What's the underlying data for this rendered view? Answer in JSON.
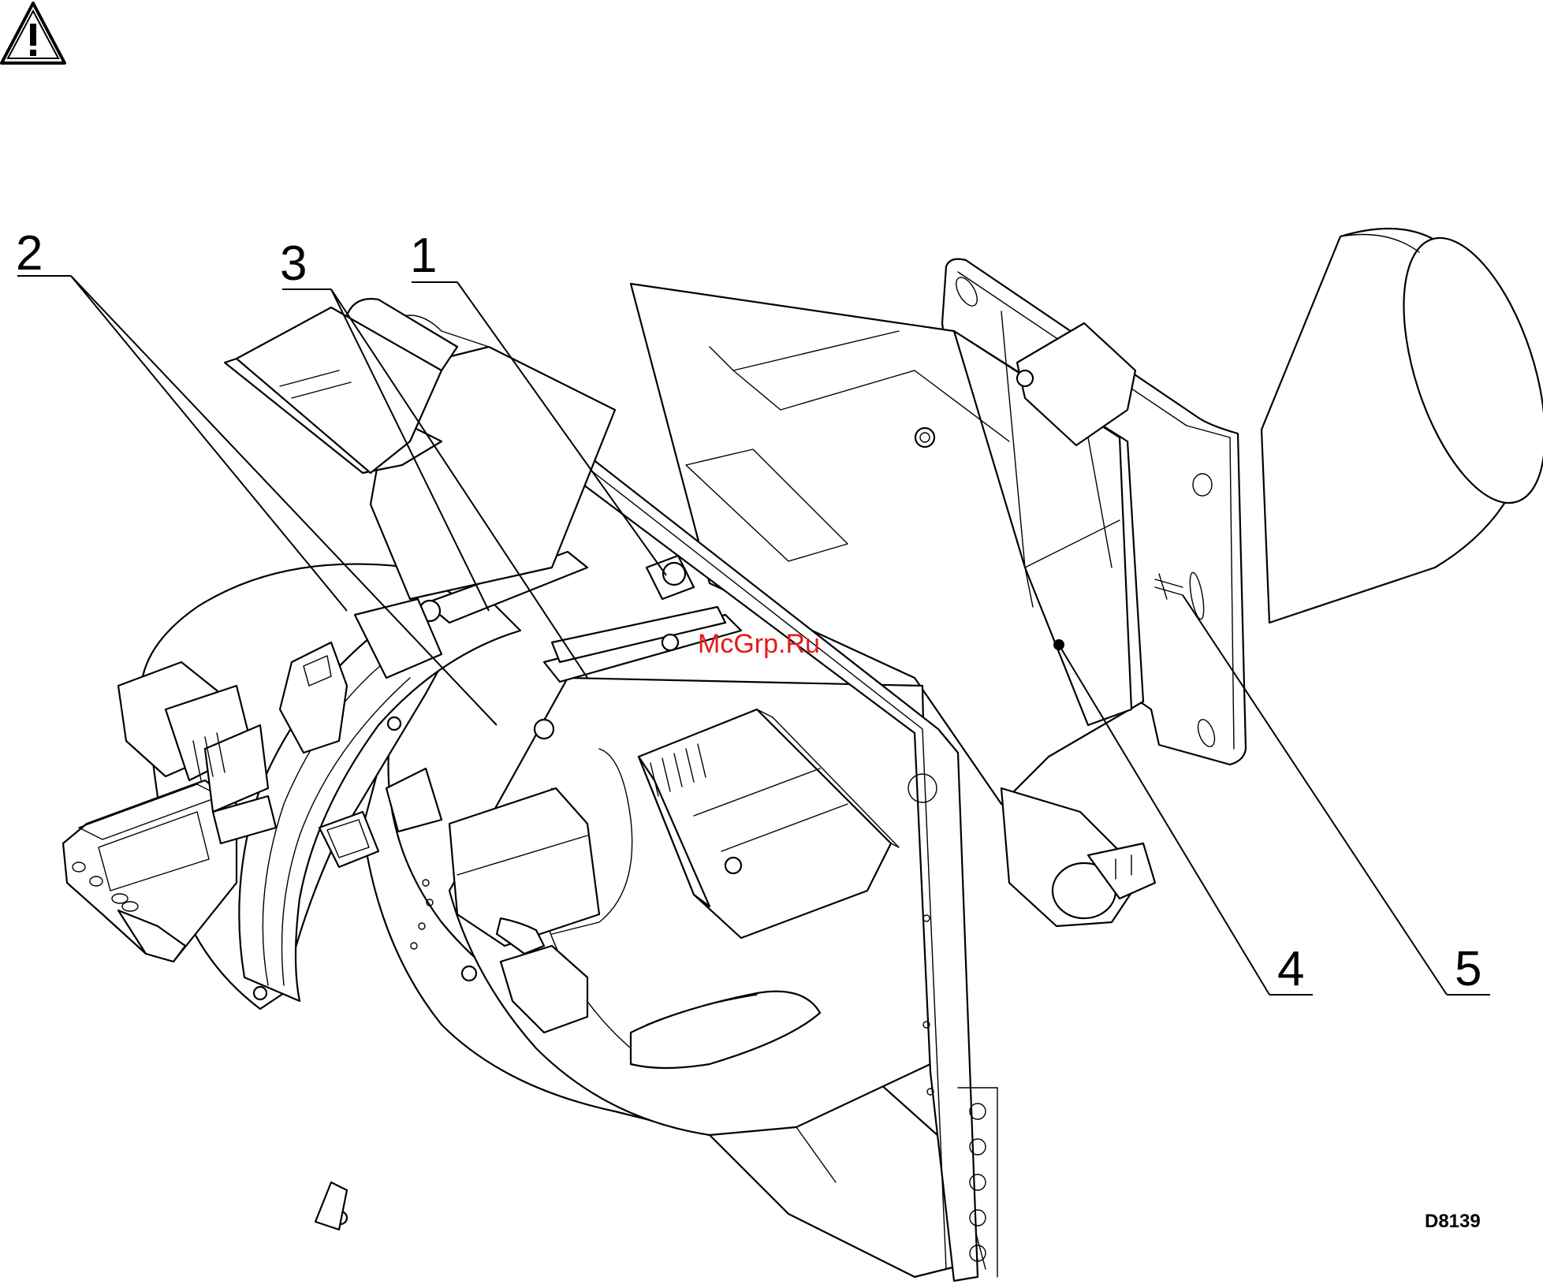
{
  "warning_icon": "warning-triangle-icon",
  "callouts": [
    {
      "id": "1",
      "label": "1"
    },
    {
      "id": "2",
      "label": "2"
    },
    {
      "id": "3",
      "label": "3"
    },
    {
      "id": "4",
      "label": "4"
    },
    {
      "id": "5",
      "label": "5"
    }
  ],
  "drawing_code": "D8139",
  "watermark": "McGrp.Ru"
}
